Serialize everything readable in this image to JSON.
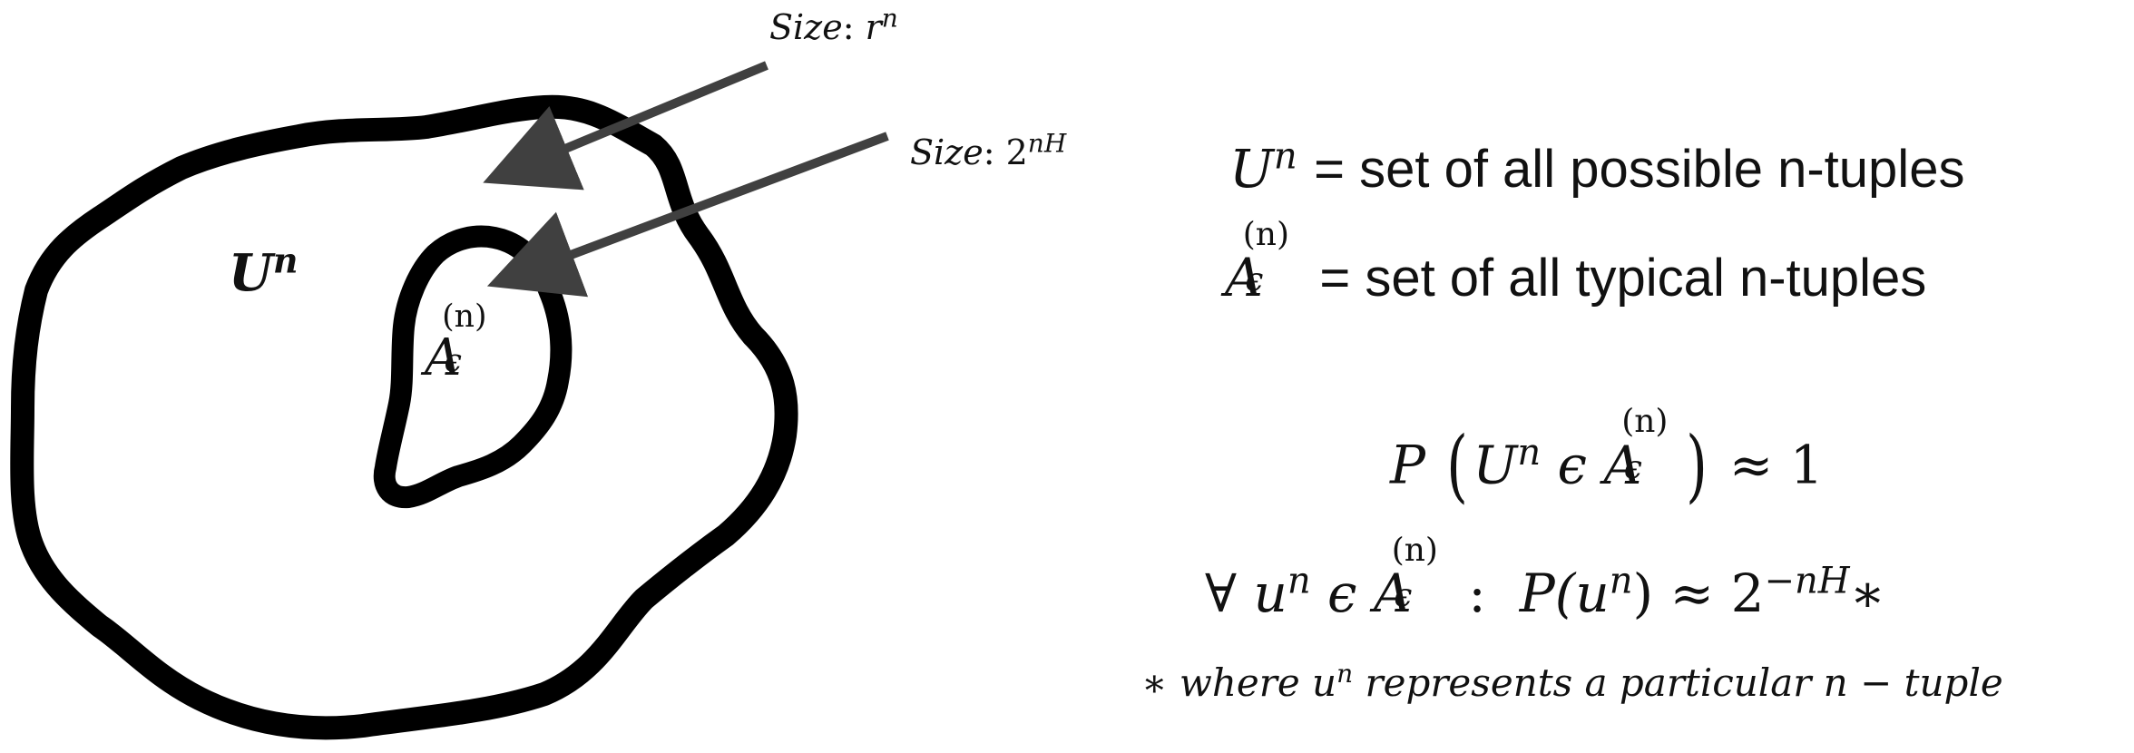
{
  "diagram": {
    "outer_set_label": "U",
    "outer_set_label_sup": "n",
    "inner_set_label": "A",
    "inner_set_label_sub": "ϵ",
    "inner_set_label_sup": "(n)",
    "size_outer_label": "Size",
    "size_outer_colon": ":",
    "size_outer_base": "r",
    "size_outer_sup": "n",
    "size_inner_label": "Size",
    "size_inner_colon": ":",
    "size_inner_base": "2",
    "size_inner_sup": "nH"
  },
  "equations": {
    "eq1_sym": "U",
    "eq1_sup": "n",
    "eq1_text": "= set of all possible n-tuples",
    "eq2_sym": "A",
    "eq2_sub": "ϵ",
    "eq2_sup": "(n)",
    "eq2_text": "= set of all typical n-tuples",
    "eq3_P": "P",
    "eq3_U": "U",
    "eq3_U_sup": "n",
    "eq3_in": "ϵ",
    "eq3_A": "A",
    "eq3_A_sub": "ϵ",
    "eq3_A_sup": "(n)",
    "eq3_rhs": "≈ 1",
    "eq4_forall": "∀",
    "eq4_u": "u",
    "eq4_u_sup": "n",
    "eq4_in": "ϵ",
    "eq4_A": "A",
    "eq4_A_sub": "ϵ",
    "eq4_A_sup": "(n)",
    "eq4_colon": ":",
    "eq4_P": "P(u",
    "eq4_P_sup": "n",
    "eq4_P_close": ")",
    "eq4_approx": "≈",
    "eq4_base": "2",
    "eq4_exp": "−nH",
    "eq4_star": "∗"
  },
  "footnote": {
    "star": "∗",
    "pre": "where u",
    "sup": "n",
    "post": "represents a particular n − tuple"
  },
  "colors": {
    "blob_stroke": "#000000",
    "arrow": "#404040",
    "text": "#111111"
  }
}
